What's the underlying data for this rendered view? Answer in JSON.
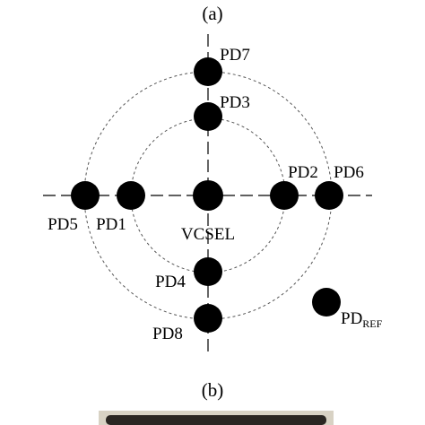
{
  "figure": {
    "panel_a_label": "(a)",
    "panel_b_label": "(b)"
  },
  "diagram": {
    "center": {
      "id": "vcsel",
      "label": "VCSEL"
    },
    "photodiodes": [
      {
        "id": "pd1",
        "label": "PD1",
        "ring": "inner",
        "direction": "left"
      },
      {
        "id": "pd2",
        "label": "PD2",
        "ring": "inner",
        "direction": "right"
      },
      {
        "id": "pd3",
        "label": "PD3",
        "ring": "inner",
        "direction": "up"
      },
      {
        "id": "pd4",
        "label": "PD4",
        "ring": "inner",
        "direction": "down"
      },
      {
        "id": "pd5",
        "label": "PD5",
        "ring": "outer",
        "direction": "left"
      },
      {
        "id": "pd6",
        "label": "PD6",
        "ring": "outer",
        "direction": "right"
      },
      {
        "id": "pd7",
        "label": "PD7",
        "ring": "outer",
        "direction": "up"
      },
      {
        "id": "pd8",
        "label": "PD8",
        "ring": "outer",
        "direction": "down"
      }
    ],
    "reference": {
      "id": "pdref",
      "label": "PD",
      "subscript": "REF"
    }
  },
  "colors": {
    "marker": "#000000",
    "axis": "#000000",
    "ring": "#555555",
    "photo_bg": "#d8d2c4",
    "photo_dark": "#2a2622"
  }
}
